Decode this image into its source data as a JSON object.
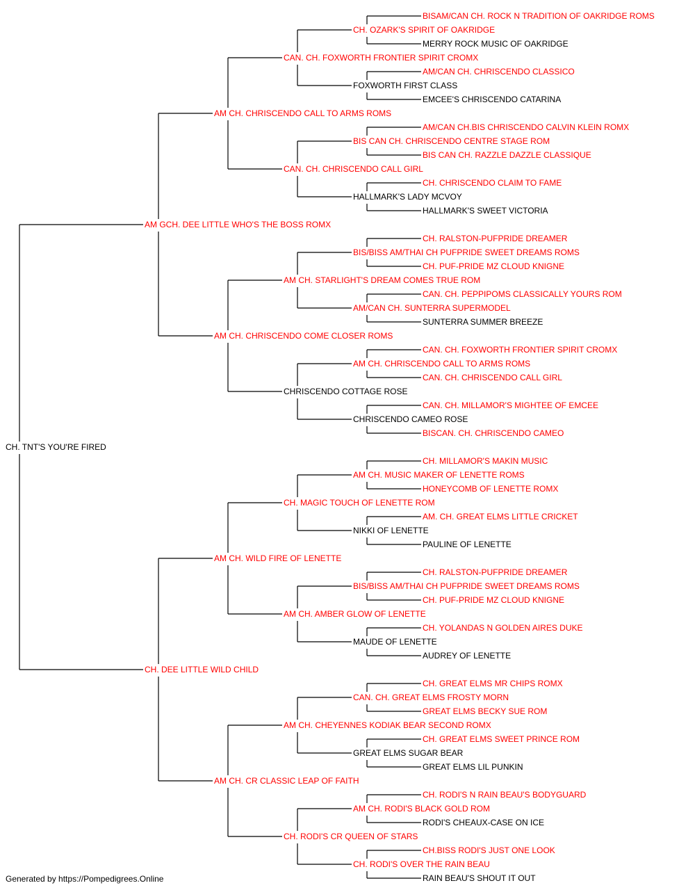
{
  "colors": {
    "titled": "#ff0000",
    "untitled": "#000000",
    "line": "#000000"
  },
  "footer": "Generated by https://Pompedigrees.Online",
  "pedigree": {
    "name": "CH. TNT'S YOU'RE FIRED",
    "titled": false,
    "sire": {
      "name": "AM GCH. DEE LITTLE WHO'S THE BOSS ROMX",
      "titled": true,
      "sire": {
        "name": "AM CH. CHRISCENDO CALL TO ARMS ROMS",
        "titled": true,
        "sire": {
          "name": "CAN. CH. FOXWORTH FRONTIER SPIRIT CROMX",
          "titled": true,
          "sire": {
            "name": "CH. OZARK'S SPIRIT OF OAKRIDGE",
            "titled": true,
            "sire": {
              "name": "BISAM/CAN CH. ROCK N TRADITION OF OAKRIDGE ROMS",
              "titled": true
            },
            "dam": {
              "name": "MERRY ROCK MUSIC OF OAKRIDGE",
              "titled": false
            }
          },
          "dam": {
            "name": "FOXWORTH FIRST CLASS",
            "titled": false,
            "sire": {
              "name": "AM/CAN CH. CHRISCENDO CLASSICO",
              "titled": true
            },
            "dam": {
              "name": "EMCEE'S CHRISCENDO CATARINA",
              "titled": false
            }
          }
        },
        "dam": {
          "name": "CAN. CH. CHRISCENDO CALL GIRL",
          "titled": true,
          "sire": {
            "name": "BIS CAN CH. CHRISCENDO CENTRE STAGE ROM",
            "titled": true,
            "sire": {
              "name": "AM/CAN CH.BIS CHRISCENDO CALVIN KLEIN ROMX",
              "titled": true
            },
            "dam": {
              "name": "BIS CAN CH. RAZZLE DAZZLE CLASSIQUE",
              "titled": true
            }
          },
          "dam": {
            "name": "HALLMARK'S LADY MCVOY",
            "titled": false,
            "sire": {
              "name": "CH. CHRISCENDO CLAIM TO FAME",
              "titled": true
            },
            "dam": {
              "name": "HALLMARK'S SWEET VICTORIA",
              "titled": false
            }
          }
        }
      },
      "dam": {
        "name": "AM CH. CHRISCENDO COME CLOSER ROMS",
        "titled": true,
        "sire": {
          "name": "AM CH. STARLIGHT'S DREAM COMES TRUE ROM",
          "titled": true,
          "sire": {
            "name": "BIS/BISS AM/THAI CH PUFPRIDE SWEET DREAMS ROMS",
            "titled": true,
            "sire": {
              "name": "CH. RALSTON-PUFPRIDE DREAMER",
              "titled": true
            },
            "dam": {
              "name": "CH. PUF-PRIDE MZ CLOUD KNIGNE",
              "titled": true
            }
          },
          "dam": {
            "name": "AM/CAN CH. SUNTERRA SUPERMODEL",
            "titled": true,
            "sire": {
              "name": "CAN. CH. PEPPIPOMS CLASSICALLY YOURS ROM",
              "titled": true
            },
            "dam": {
              "name": "SUNTERRA SUMMER BREEZE",
              "titled": false
            }
          }
        },
        "dam": {
          "name": "CHRISCENDO COTTAGE ROSE",
          "titled": false,
          "sire": {
            "name": "AM CH. CHRISCENDO CALL TO ARMS ROMS",
            "titled": true,
            "sire": {
              "name": "CAN. CH. FOXWORTH FRONTIER SPIRIT CROMX",
              "titled": true
            },
            "dam": {
              "name": "CAN. CH. CHRISCENDO CALL GIRL",
              "titled": true
            }
          },
          "dam": {
            "name": "CHRISCENDO CAMEO ROSE",
            "titled": false,
            "sire": {
              "name": "CAN. CH. MILLAMOR'S MIGHTEE OF EMCEE",
              "titled": true
            },
            "dam": {
              "name": "BISCAN. CH. CHRISCENDO CAMEO",
              "titled": true
            }
          }
        }
      }
    },
    "dam": {
      "name": "CH. DEE LITTLE WILD CHILD",
      "titled": true,
      "sire": {
        "name": "AM CH. WILD FIRE OF LENETTE",
        "titled": true,
        "sire": {
          "name": "CH. MAGIC TOUCH OF LENETTE ROM",
          "titled": true,
          "sire": {
            "name": "AM CH. MUSIC MAKER OF LENETTE ROMS",
            "titled": true,
            "sire": {
              "name": "CH. MILLAMOR'S MAKIN MUSIC",
              "titled": true
            },
            "dam": {
              "name": "HONEYCOMB OF LENETTE ROMX",
              "titled": true
            }
          },
          "dam": {
            "name": "NIKKI OF LENETTE",
            "titled": false,
            "sire": {
              "name": "AM. CH. GREAT ELMS LITTLE CRICKET",
              "titled": true
            },
            "dam": {
              "name": "PAULINE OF LENETTE",
              "titled": false
            }
          }
        },
        "dam": {
          "name": "AM CH. AMBER GLOW OF LENETTE",
          "titled": true,
          "sire": {
            "name": "BIS/BISS AM/THAI CH PUFPRIDE SWEET DREAMS ROMS",
            "titled": true,
            "sire": {
              "name": "CH. RALSTON-PUFPRIDE DREAMER",
              "titled": true
            },
            "dam": {
              "name": "CH. PUF-PRIDE MZ CLOUD KNIGNE",
              "titled": true
            }
          },
          "dam": {
            "name": "MAUDE OF LENETTE",
            "titled": false,
            "sire": {
              "name": "CH. YOLANDAS N GOLDEN AIRES DUKE",
              "titled": true
            },
            "dam": {
              "name": "AUDREY OF LENETTE",
              "titled": false
            }
          }
        }
      },
      "dam": {
        "name": "AM CH. CR CLASSIC LEAP OF FAITH",
        "titled": true,
        "sire": {
          "name": "AM CH. CHEYENNES KODIAK BEAR SECOND ROMX",
          "titled": true,
          "sire": {
            "name": "CAN. CH. GREAT ELMS FROSTY MORN",
            "titled": true,
            "sire": {
              "name": "CH. GREAT ELMS MR CHIPS ROMX",
              "titled": true
            },
            "dam": {
              "name": "GREAT ELMS BECKY SUE ROM",
              "titled": true
            }
          },
          "dam": {
            "name": "GREAT ELMS SUGAR BEAR",
            "titled": false,
            "sire": {
              "name": "CH. GREAT ELMS SWEET PRINCE ROM",
              "titled": true
            },
            "dam": {
              "name": "GREAT ELMS LIL PUNKIN",
              "titled": false
            }
          }
        },
        "dam": {
          "name": "CH. RODI'S CR QUEEN OF STARS",
          "titled": true,
          "sire": {
            "name": "AM CH. RODI'S BLACK GOLD ROM",
            "titled": true,
            "sire": {
              "name": "CH. RODI'S N RAIN BEAU'S BODYGUARD",
              "titled": true
            },
            "dam": {
              "name": "RODI'S CHEAUX-CASE ON ICE",
              "titled": false
            }
          },
          "dam": {
            "name": "CH. RODI'S OVER THE RAIN BEAU",
            "titled": true,
            "sire": {
              "name": "CH.BISS RODI'S JUST ONE LOOK",
              "titled": true
            },
            "dam": {
              "name": "RAIN BEAU'S SHOUT IT OUT",
              "titled": false
            }
          }
        }
      }
    }
  }
}
